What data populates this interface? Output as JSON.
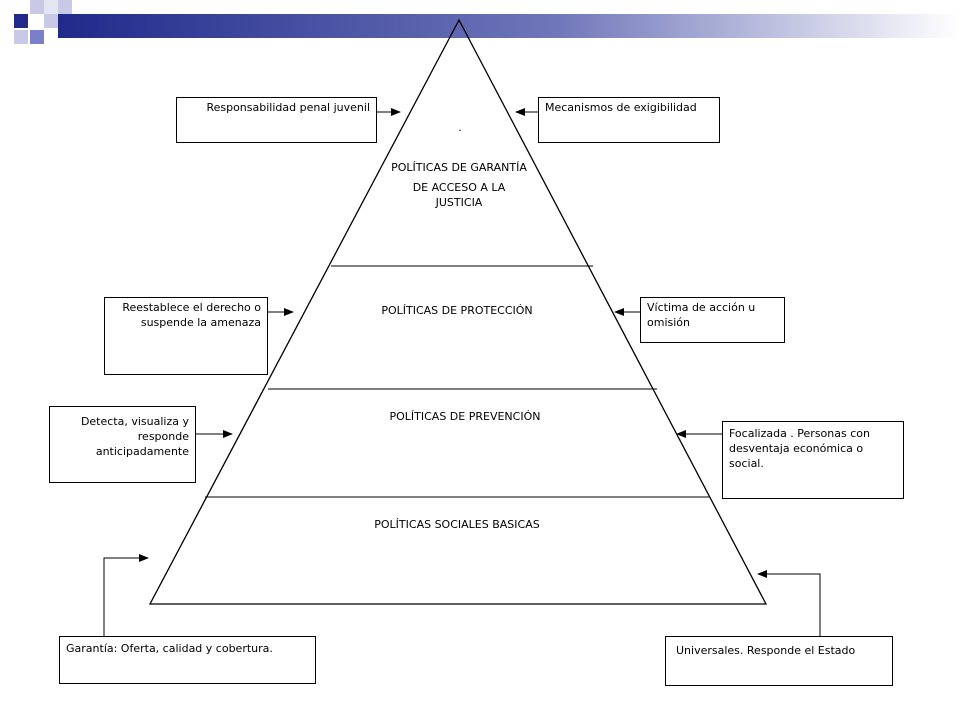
{
  "pyramid": {
    "dot": ".",
    "levels": [
      {
        "id": "garantia",
        "title_line1": "POLÍTICAS DE GARANTÍA",
        "title_line2": "DE ACCESO A LA",
        "title_line3": "JUSTICIA"
      },
      {
        "id": "proteccion",
        "title": "POLÍTICAS DE PROTECCIÓN"
      },
      {
        "id": "prevencion",
        "title": "POLÍTICAS DE PREVENCIÓN"
      },
      {
        "id": "sociales",
        "title": "POLÍTICAS SOCIALES BASICAS"
      }
    ]
  },
  "boxes": {
    "responsabilidad": "Responsabilidad penal juvenil",
    "mecanismos": "Mecanismos de exigibilidad",
    "reestablece_1": "Reestablece el derecho o",
    "reestablece_2": "suspende la amenaza",
    "victima_1": "Víctima de acción u",
    "victima_2": "omisión",
    "detecta_1": "Detecta, visualiza y",
    "detecta_2": "responde",
    "detecta_3": "anticipadamente",
    "focalizada_1": "Focalizada . Personas con",
    "focalizada_2": "desventaja económica o",
    "focalizada_3": "social.",
    "garantia": "Garantía: Oferta, calidad y cobertura.",
    "universales": "Universales. Responde el Estado"
  },
  "colors": {
    "decor_dark": "#1f2a8a",
    "decor_mid": "#7a80c8",
    "decor_light": "#c7c9e6",
    "line": "#000000"
  }
}
